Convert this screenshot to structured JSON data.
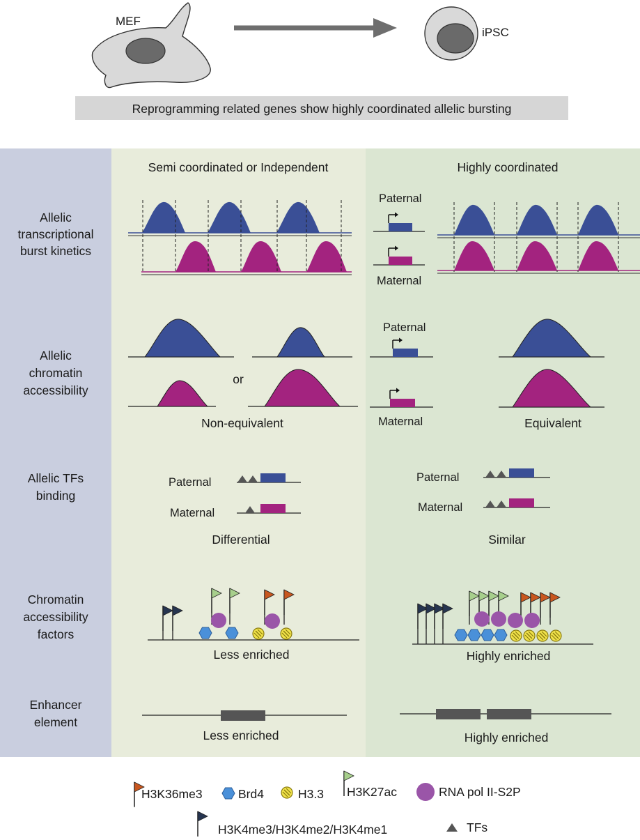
{
  "header": {
    "source_cell": "MEF",
    "target_cell": "iPSC",
    "summary": "Reprogramming related genes show highly coordinated allelic bursting"
  },
  "columns": {
    "left": "Semi coordinated or Independent",
    "right": "Highly coordinated"
  },
  "rows": {
    "burst": [
      "Allelic",
      "transcriptional",
      "burst kinetics"
    ],
    "accessibility": [
      "Allelic",
      "chromatin",
      "accessibility"
    ],
    "tfs": [
      "Allelic TFs",
      "binding"
    ],
    "factors": [
      "Chromatin",
      "accessibility",
      "factors"
    ],
    "enhancer": [
      "Enhancer",
      "element"
    ]
  },
  "alleles": {
    "paternal": "Paternal",
    "maternal": "Maternal"
  },
  "accessibility": {
    "or": "or",
    "left_result": "Non-equivalent",
    "right_result": "Equivalent"
  },
  "tfs": {
    "left_result": "Differential",
    "right_result": "Similar"
  },
  "factors": {
    "left_result": "Less enriched",
    "right_result": "Highly enriched"
  },
  "enhancer": {
    "left_result": "Less enriched",
    "right_result": "Highly enriched"
  },
  "legend": {
    "h3k36me3": "H3K36me3",
    "brd4": "Brd4",
    "h33": "H3.3",
    "h3k27ac": "H3K27ac",
    "rnapol": "RNA pol II-S2P",
    "h3k4": "H3K4me3/H3K4me2/H3K4me1",
    "tfs": "TFs"
  },
  "colors": {
    "paternal_blue": "#3a4f96",
    "maternal_magenta": "#a3237f",
    "left_panel": "#c9cedf",
    "middle_panel": "#e8ecdb",
    "right_panel": "#dbe6d2",
    "h3k36me3_flag": "#c8571f",
    "h3k27ac_flag": "#a7cf8c",
    "h3k4_flag": "#263550",
    "brd4": "#4a90d9",
    "h33": "#f0e24a",
    "rnapol": "#9a55a8",
    "tf": "#555555",
    "enhancer": "#555555"
  }
}
